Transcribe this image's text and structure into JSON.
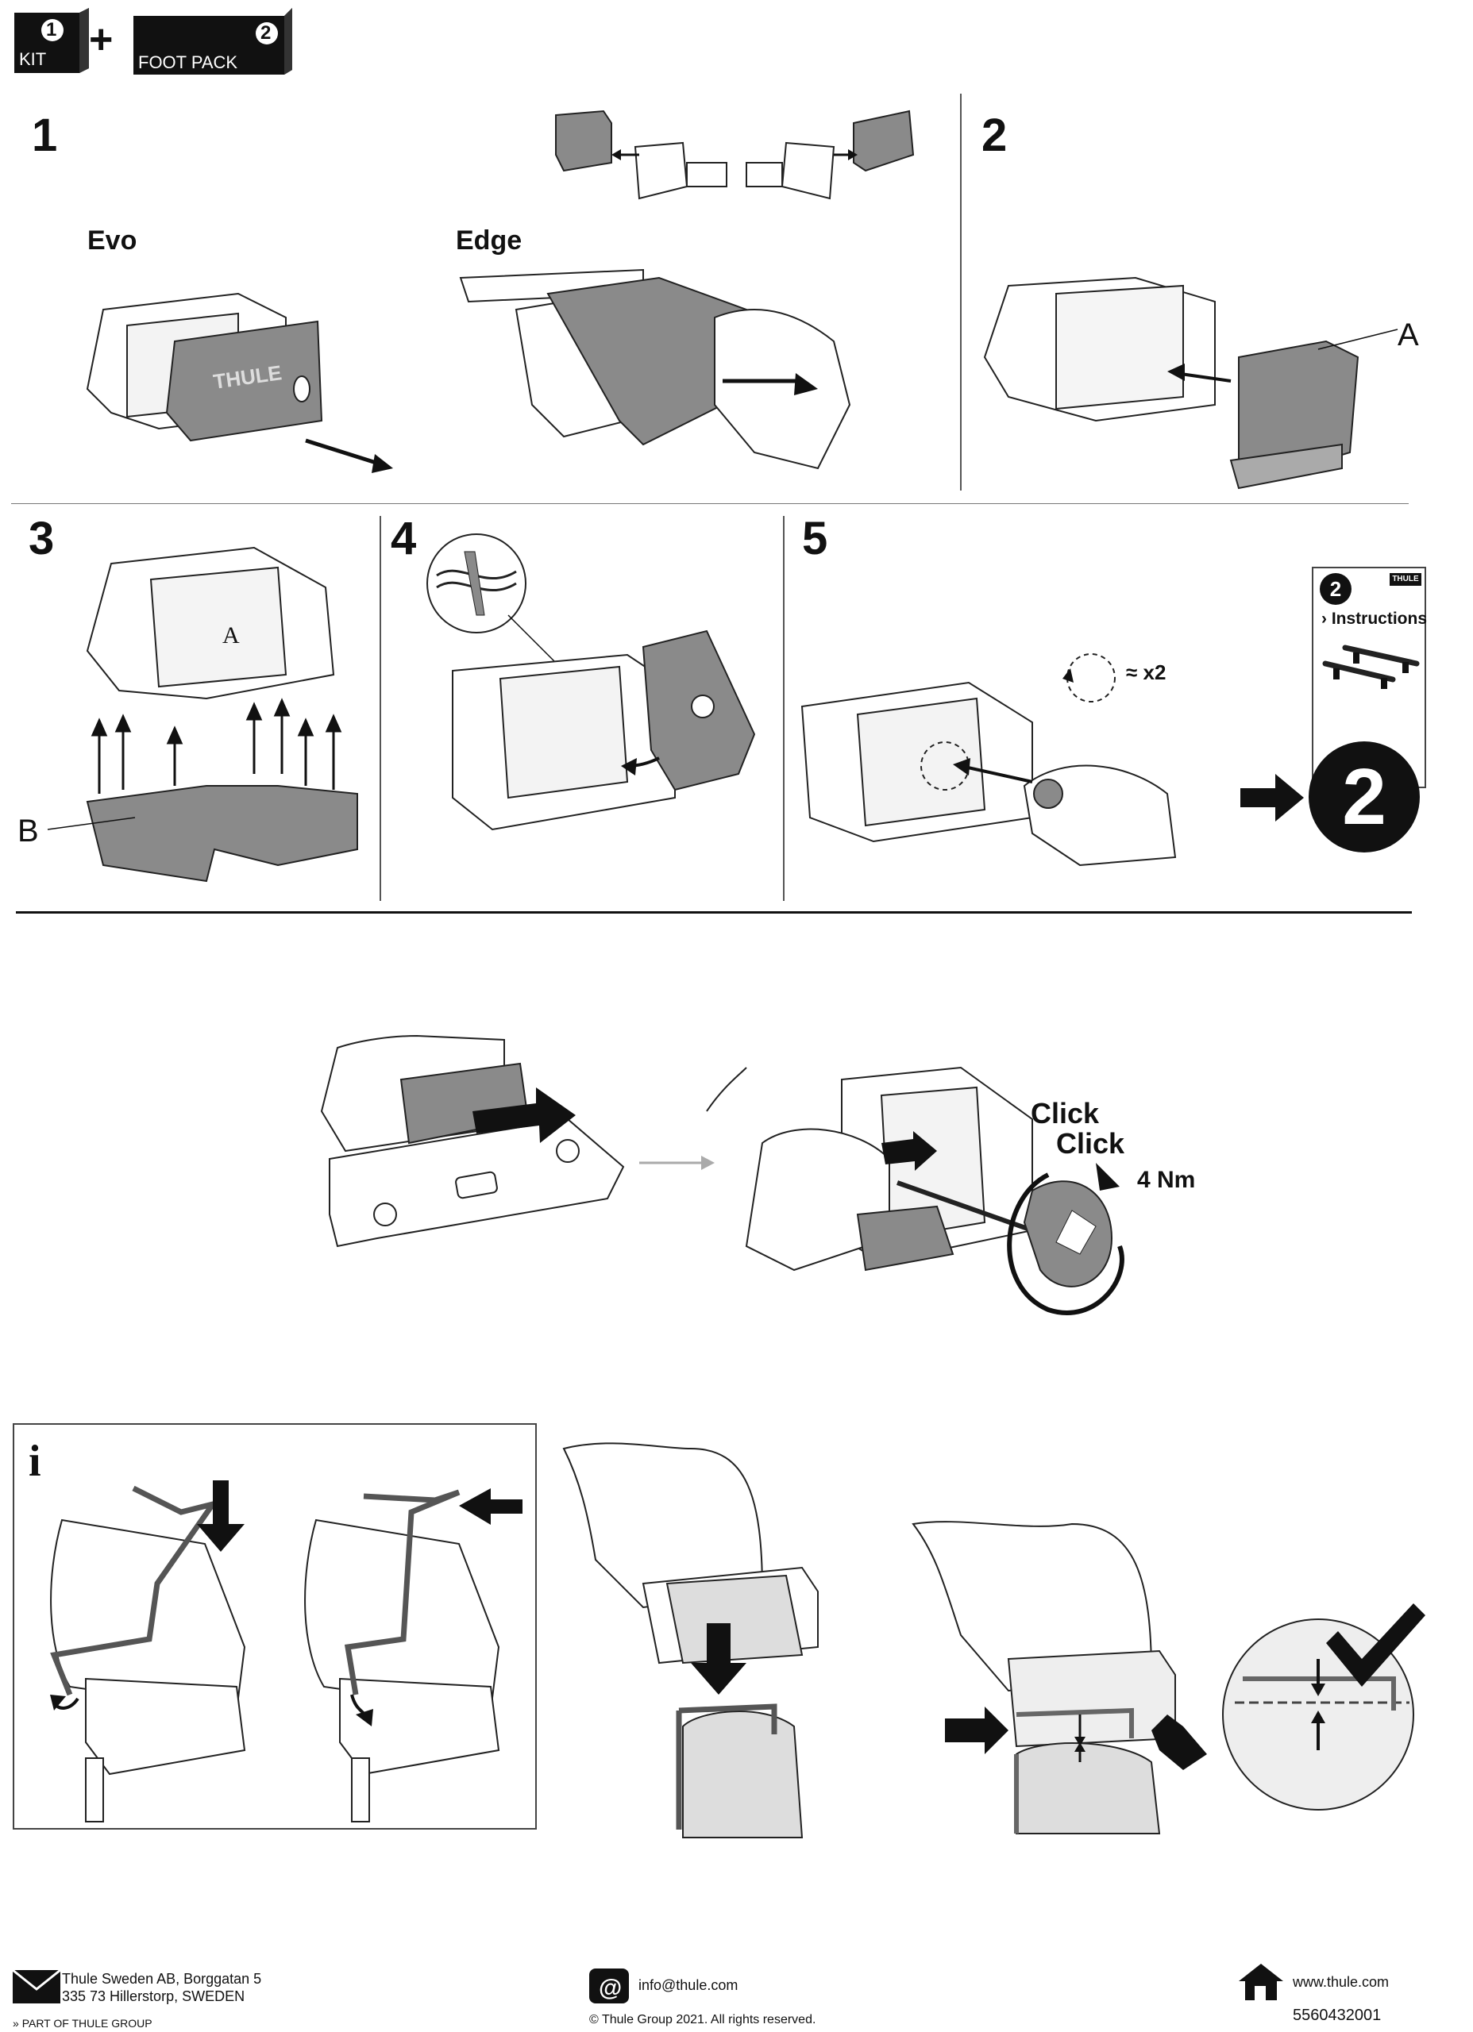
{
  "header": {
    "kit_number": "1",
    "kit_label": "KIT",
    "plus": "+",
    "footpack_number": "2",
    "footpack_label": "FOOT PACK"
  },
  "steps": {
    "s1": "1",
    "s2": "2",
    "s3": "3",
    "s4": "4",
    "s5": "5"
  },
  "labels": {
    "evo": "Evo",
    "edge": "Edge",
    "callout_a": "A",
    "callout_b": "B",
    "part_a_mark": "A",
    "brand_on_part": "THULE",
    "rotations": "≈ x2",
    "click1": "Click",
    "click2": "Click",
    "torque": "4 Nm",
    "info": "i"
  },
  "instructions_card": {
    "number": "2",
    "brand": "THULE",
    "text": "› Instructions",
    "big_number": "2"
  },
  "footer": {
    "address_line1": "Thule Sweden AB, Borggatan 5",
    "address_line2": "335 73 Hillerstorp, SWEDEN",
    "group": "PART OF THULE GROUP",
    "email": "info@thule.com",
    "copyright": "© Thule Group 2021. All rights reserved.",
    "website": "www.thule.com",
    "doc_number": "5560432001"
  },
  "colors": {
    "ink": "#111111",
    "part_gray": "#8a8a8a",
    "light_gray": "#d4d4d4",
    "line": "#333333"
  }
}
